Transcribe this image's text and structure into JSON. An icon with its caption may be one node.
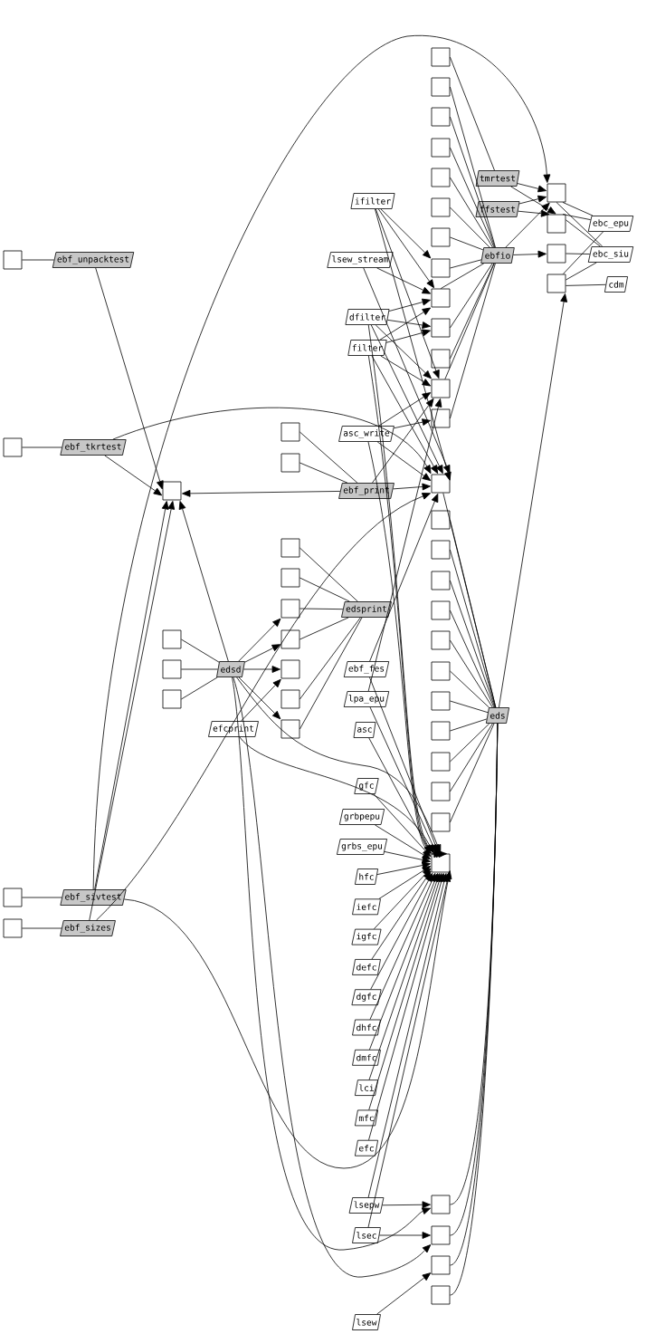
{
  "diagram": {
    "nodes": [
      {
        "text": [
          "ebf_unpacktest"
        ]
      },
      {
        "text": [],
        "shape": "box"
      },
      {
        "text": [
          "ebf_tkrtest"
        ]
      },
      {
        "text": [],
        "shape": "box"
      },
      {
        "text": [
          "ebf_sivtest"
        ]
      },
      {
        "text": [],
        "shape": "box"
      },
      {
        "text": [
          "ebf_sizes"
        ]
      },
      {
        "text": [],
        "shape": "box"
      },
      {
        "text": [],
        "shape": "box"
      },
      {
        "text": [],
        "shape": "box"
      },
      {
        "text": [],
        "shape": "box"
      },
      {
        "text": [],
        "shape": "box"
      },
      {
        "text": [
          "edsd"
        ]
      },
      {
        "text": [
          "efcprint"
        ]
      },
      {
        "text": [],
        "shape": "box"
      },
      {
        "text": [],
        "shape": "box"
      },
      {
        "text": [],
        "shape": "box"
      },
      {
        "text": [],
        "shape": "box"
      },
      {
        "text": [],
        "shape": "box"
      },
      {
        "text": [],
        "shape": "box"
      },
      {
        "text": [],
        "shape": "box"
      },
      {
        "text": [],
        "shape": "box"
      },
      {
        "text": [],
        "shape": "box"
      },
      {
        "text": [
          "edsprint"
        ]
      },
      {
        "text": [
          "ebf_print"
        ]
      },
      {
        "text": [
          "ifilter"
        ]
      },
      {
        "text": [
          "lsew_stream"
        ]
      },
      {
        "text": [
          "dfilter"
        ]
      },
      {
        "text": [
          "filter"
        ]
      },
      {
        "text": [
          "asc_write"
        ]
      },
      {
        "text": [
          "ebf_fes"
        ]
      },
      {
        "text": [
          "lpa_epu"
        ]
      },
      {
        "text": [
          "asc"
        ]
      },
      {
        "text": [
          "gfc"
        ]
      },
      {
        "text": [
          "grbpepu"
        ]
      },
      {
        "text": [
          "grbs_epu"
        ]
      },
      {
        "text": [
          "hfc"
        ]
      },
      {
        "text": [
          "iefc"
        ]
      },
      {
        "text": [
          "igfc"
        ]
      },
      {
        "text": [
          "defc"
        ]
      },
      {
        "text": [
          "dgfc"
        ]
      },
      {
        "text": [
          "dhfc"
        ]
      },
      {
        "text": [
          "dmfc"
        ]
      },
      {
        "text": [
          "lci"
        ]
      },
      {
        "text": [
          "mfc"
        ]
      },
      {
        "text": [
          "efc"
        ]
      },
      {
        "text": [
          "lsepw"
        ]
      },
      {
        "text": [
          "lsec"
        ]
      },
      {
        "text": [
          "lsew"
        ]
      },
      {
        "text": [],
        "shape": "box"
      },
      {
        "text": [],
        "shape": "box"
      },
      {
        "text": [],
        "shape": "box"
      },
      {
        "text": [],
        "shape": "box"
      },
      {
        "text": [],
        "shape": "box"
      },
      {
        "text": [],
        "shape": "box"
      },
      {
        "text": [],
        "shape": "box"
      },
      {
        "text": [],
        "shape": "box"
      },
      {
        "text": [],
        "shape": "box"
      },
      {
        "text": [],
        "shape": "box"
      },
      {
        "text": [],
        "shape": "box"
      },
      {
        "text": [],
        "shape": "box"
      },
      {
        "text": [],
        "shape": "box"
      },
      {
        "text": [],
        "shape": "box"
      },
      {
        "text": [],
        "shape": "box"
      },
      {
        "text": [],
        "shape": "box"
      },
      {
        "text": [],
        "shape": "box"
      },
      {
        "text": [],
        "shape": "box"
      },
      {
        "text": [],
        "shape": "box"
      },
      {
        "text": [],
        "shape": "box"
      },
      {
        "text": [],
        "shape": "box"
      },
      {
        "text": [],
        "shape": "box"
      },
      {
        "text": [],
        "shape": "box"
      },
      {
        "text": [],
        "shape": "box"
      },
      {
        "text": [],
        "shape": "box"
      },
      {
        "text": [],
        "shape": "box"
      },
      {
        "text": [],
        "shape": "box"
      },
      {
        "text": [],
        "shape": "box"
      },
      {
        "text": [],
        "shape": "box"
      },
      {
        "text": [],
        "shape": "box"
      },
      {
        "text": [
          "tmrtest"
        ]
      },
      {
        "text": [
          "ffstest"
        ]
      },
      {
        "text": [
          "ebfio"
        ]
      },
      {
        "text": [
          "eds"
        ]
      },
      {
        "text": [],
        "shape": "box"
      },
      {
        "text": [],
        "shape": "box"
      },
      {
        "text": [],
        "shape": "box"
      },
      {
        "text": [],
        "shape": "box"
      },
      {
        "text": [
          "ebc_epu"
        ]
      },
      {
        "text": [
          "ebc_siu"
        ]
      },
      {
        "text": [
          "cdm"
        ]
      }
    ],
    "edges": [
      {
        "from": 0,
        "to": 1,
        "arrow": "none"
      },
      {
        "from": 0,
        "to": 8,
        "arrow": "to"
      },
      {
        "from": 2,
        "to": 3,
        "arrow": "none"
      },
      {
        "from": 2,
        "to": 8,
        "arrow": "to"
      },
      {
        "from": 2,
        "to": 62,
        "arrow": "to"
      },
      {
        "from": 4,
        "to": 5,
        "arrow": "none"
      },
      {
        "from": 4,
        "to": 8,
        "arrow": "to"
      },
      {
        "from": 4,
        "to": 74,
        "arrow": "to"
      },
      {
        "from": 4,
        "to": 83,
        "arrow": "to"
      },
      {
        "from": 6,
        "to": 7,
        "arrow": "none"
      },
      {
        "from": 6,
        "to": 8,
        "arrow": "to"
      },
      {
        "from": 6,
        "to": 62,
        "arrow": "to"
      },
      {
        "from": 24,
        "to": 8,
        "arrow": "to"
      },
      {
        "from": 24,
        "to": 14,
        "arrow": "none"
      },
      {
        "from": 24,
        "to": 15,
        "arrow": "none"
      },
      {
        "from": 24,
        "to": 62,
        "arrow": "to"
      },
      {
        "from": 24,
        "to": 60,
        "arrow": "to"
      },
      {
        "from": 12,
        "to": 8,
        "arrow": "to"
      },
      {
        "from": 12,
        "to": 9,
        "arrow": "none"
      },
      {
        "from": 12,
        "to": 10,
        "arrow": "none"
      },
      {
        "from": 12,
        "to": 11,
        "arrow": "none"
      },
      {
        "from": 12,
        "to": 18,
        "arrow": "to"
      },
      {
        "from": 12,
        "to": 19,
        "arrow": "to"
      },
      {
        "from": 12,
        "to": 20,
        "arrow": "to"
      },
      {
        "from": 12,
        "to": 22,
        "arrow": "to"
      },
      {
        "from": 12,
        "to": 74,
        "arrow": "to"
      },
      {
        "from": 12,
        "to": 75,
        "arrow": "to"
      },
      {
        "from": 12,
        "to": 76,
        "arrow": "to"
      },
      {
        "from": 13,
        "to": 20,
        "arrow": "to"
      },
      {
        "from": 13,
        "to": 74,
        "arrow": "to"
      },
      {
        "from": 23,
        "to": 16,
        "arrow": "none"
      },
      {
        "from": 23,
        "to": 17,
        "arrow": "none"
      },
      {
        "from": 23,
        "to": 18,
        "arrow": "none"
      },
      {
        "from": 23,
        "to": 19,
        "arrow": "none"
      },
      {
        "from": 23,
        "to": 21,
        "arrow": "none"
      },
      {
        "from": 23,
        "to": 22,
        "arrow": "none"
      },
      {
        "from": 79,
        "to": 49,
        "arrow": "none"
      },
      {
        "from": 81,
        "to": 50,
        "arrow": "none"
      },
      {
        "from": 81,
        "to": 51,
        "arrow": "none"
      },
      {
        "from": 81,
        "to": 52,
        "arrow": "none"
      },
      {
        "from": 81,
        "to": 53,
        "arrow": "none"
      },
      {
        "from": 81,
        "to": 54,
        "arrow": "none"
      },
      {
        "from": 81,
        "to": 55,
        "arrow": "none"
      },
      {
        "from": 81,
        "to": 56,
        "arrow": "none"
      },
      {
        "from": 81,
        "to": 57,
        "arrow": "none"
      },
      {
        "from": 81,
        "to": 58,
        "arrow": "none"
      },
      {
        "from": 81,
        "to": 59,
        "arrow": "none"
      },
      {
        "from": 81,
        "to": 60,
        "arrow": "none"
      },
      {
        "from": 81,
        "to": 61,
        "arrow": "none"
      },
      {
        "from": 81,
        "to": 83,
        "arrow": "to"
      },
      {
        "from": 81,
        "to": 85,
        "arrow": "to"
      },
      {
        "from": 79,
        "to": 83,
        "arrow": "to"
      },
      {
        "from": 79,
        "to": 84,
        "arrow": "to"
      },
      {
        "from": 80,
        "to": 83,
        "arrow": "to"
      },
      {
        "from": 80,
        "to": 84,
        "arrow": "to"
      },
      {
        "from": 87,
        "to": 83,
        "arrow": "none"
      },
      {
        "from": 87,
        "to": 84,
        "arrow": "none"
      },
      {
        "from": 87,
        "to": 86,
        "arrow": "none"
      },
      {
        "from": 88,
        "to": 83,
        "arrow": "none"
      },
      {
        "from": 88,
        "to": 84,
        "arrow": "none"
      },
      {
        "from": 88,
        "to": 85,
        "arrow": "none"
      },
      {
        "from": 88,
        "to": 86,
        "arrow": "none"
      },
      {
        "from": 89,
        "to": 86,
        "arrow": "none"
      },
      {
        "from": 82,
        "to": 86,
        "arrow": "to"
      },
      {
        "from": 82,
        "to": 62,
        "arrow": "none"
      },
      {
        "from": 82,
        "to": 63,
        "arrow": "none"
      },
      {
        "from": 82,
        "to": 64,
        "arrow": "none"
      },
      {
        "from": 82,
        "to": 65,
        "arrow": "none"
      },
      {
        "from": 82,
        "to": 66,
        "arrow": "none"
      },
      {
        "from": 82,
        "to": 67,
        "arrow": "none"
      },
      {
        "from": 82,
        "to": 68,
        "arrow": "none"
      },
      {
        "from": 82,
        "to": 69,
        "arrow": "none"
      },
      {
        "from": 82,
        "to": 70,
        "arrow": "none"
      },
      {
        "from": 82,
        "to": 71,
        "arrow": "none"
      },
      {
        "from": 82,
        "to": 72,
        "arrow": "none"
      },
      {
        "from": 82,
        "to": 73,
        "arrow": "none"
      },
      {
        "from": 82,
        "to": 75,
        "arrow": "none"
      },
      {
        "from": 82,
        "to": 76,
        "arrow": "none"
      },
      {
        "from": 82,
        "to": 77,
        "arrow": "none"
      },
      {
        "from": 82,
        "to": 78,
        "arrow": "none"
      },
      {
        "from": 25,
        "to": 56,
        "arrow": "to"
      },
      {
        "from": 25,
        "to": 57,
        "arrow": "to"
      },
      {
        "from": 25,
        "to": 60,
        "arrow": "to"
      },
      {
        "from": 25,
        "to": 62,
        "arrow": "to"
      },
      {
        "from": 26,
        "to": 57,
        "arrow": "to"
      },
      {
        "from": 26,
        "to": 62,
        "arrow": "to"
      },
      {
        "from": 27,
        "to": 57,
        "arrow": "to"
      },
      {
        "from": 27,
        "to": 58,
        "arrow": "to"
      },
      {
        "from": 27,
        "to": 60,
        "arrow": "to"
      },
      {
        "from": 27,
        "to": 62,
        "arrow": "to"
      },
      {
        "from": 27,
        "to": 74,
        "arrow": "to"
      },
      {
        "from": 28,
        "to": 57,
        "arrow": "to"
      },
      {
        "from": 28,
        "to": 58,
        "arrow": "to"
      },
      {
        "from": 28,
        "to": 60,
        "arrow": "to"
      },
      {
        "from": 28,
        "to": 62,
        "arrow": "to"
      },
      {
        "from": 28,
        "to": 74,
        "arrow": "to"
      },
      {
        "from": 29,
        "to": 60,
        "arrow": "to"
      },
      {
        "from": 29,
        "to": 61,
        "arrow": "to"
      },
      {
        "from": 29,
        "to": 62,
        "arrow": "to"
      },
      {
        "from": 29,
        "to": 74,
        "arrow": "to"
      },
      {
        "from": 30,
        "to": 62,
        "arrow": "to"
      },
      {
        "from": 30,
        "to": 74,
        "arrow": "to"
      },
      {
        "from": 31,
        "to": 60,
        "arrow": "to"
      },
      {
        "from": 31,
        "to": 74,
        "arrow": "to"
      },
      {
        "from": 32,
        "to": 74,
        "arrow": "to"
      },
      {
        "from": 33,
        "to": 74,
        "arrow": "to"
      },
      {
        "from": 34,
        "to": 74,
        "arrow": "to"
      },
      {
        "from": 35,
        "to": 74,
        "arrow": "to"
      },
      {
        "from": 36,
        "to": 74,
        "arrow": "to"
      },
      {
        "from": 37,
        "to": 74,
        "arrow": "to"
      },
      {
        "from": 38,
        "to": 74,
        "arrow": "to"
      },
      {
        "from": 39,
        "to": 74,
        "arrow": "to"
      },
      {
        "from": 40,
        "to": 74,
        "arrow": "to"
      },
      {
        "from": 41,
        "to": 74,
        "arrow": "to"
      },
      {
        "from": 42,
        "to": 74,
        "arrow": "to"
      },
      {
        "from": 43,
        "to": 74,
        "arrow": "to"
      },
      {
        "from": 44,
        "to": 74,
        "arrow": "to"
      },
      {
        "from": 45,
        "to": 74,
        "arrow": "to"
      },
      {
        "from": 46,
        "to": 75,
        "arrow": "to"
      },
      {
        "from": 46,
        "to": 74,
        "arrow": "to"
      },
      {
        "from": 47,
        "to": 76,
        "arrow": "to"
      },
      {
        "from": 47,
        "to": 74,
        "arrow": "to"
      },
      {
        "from": 48,
        "to": 77,
        "arrow": "to"
      }
    ]
  }
}
